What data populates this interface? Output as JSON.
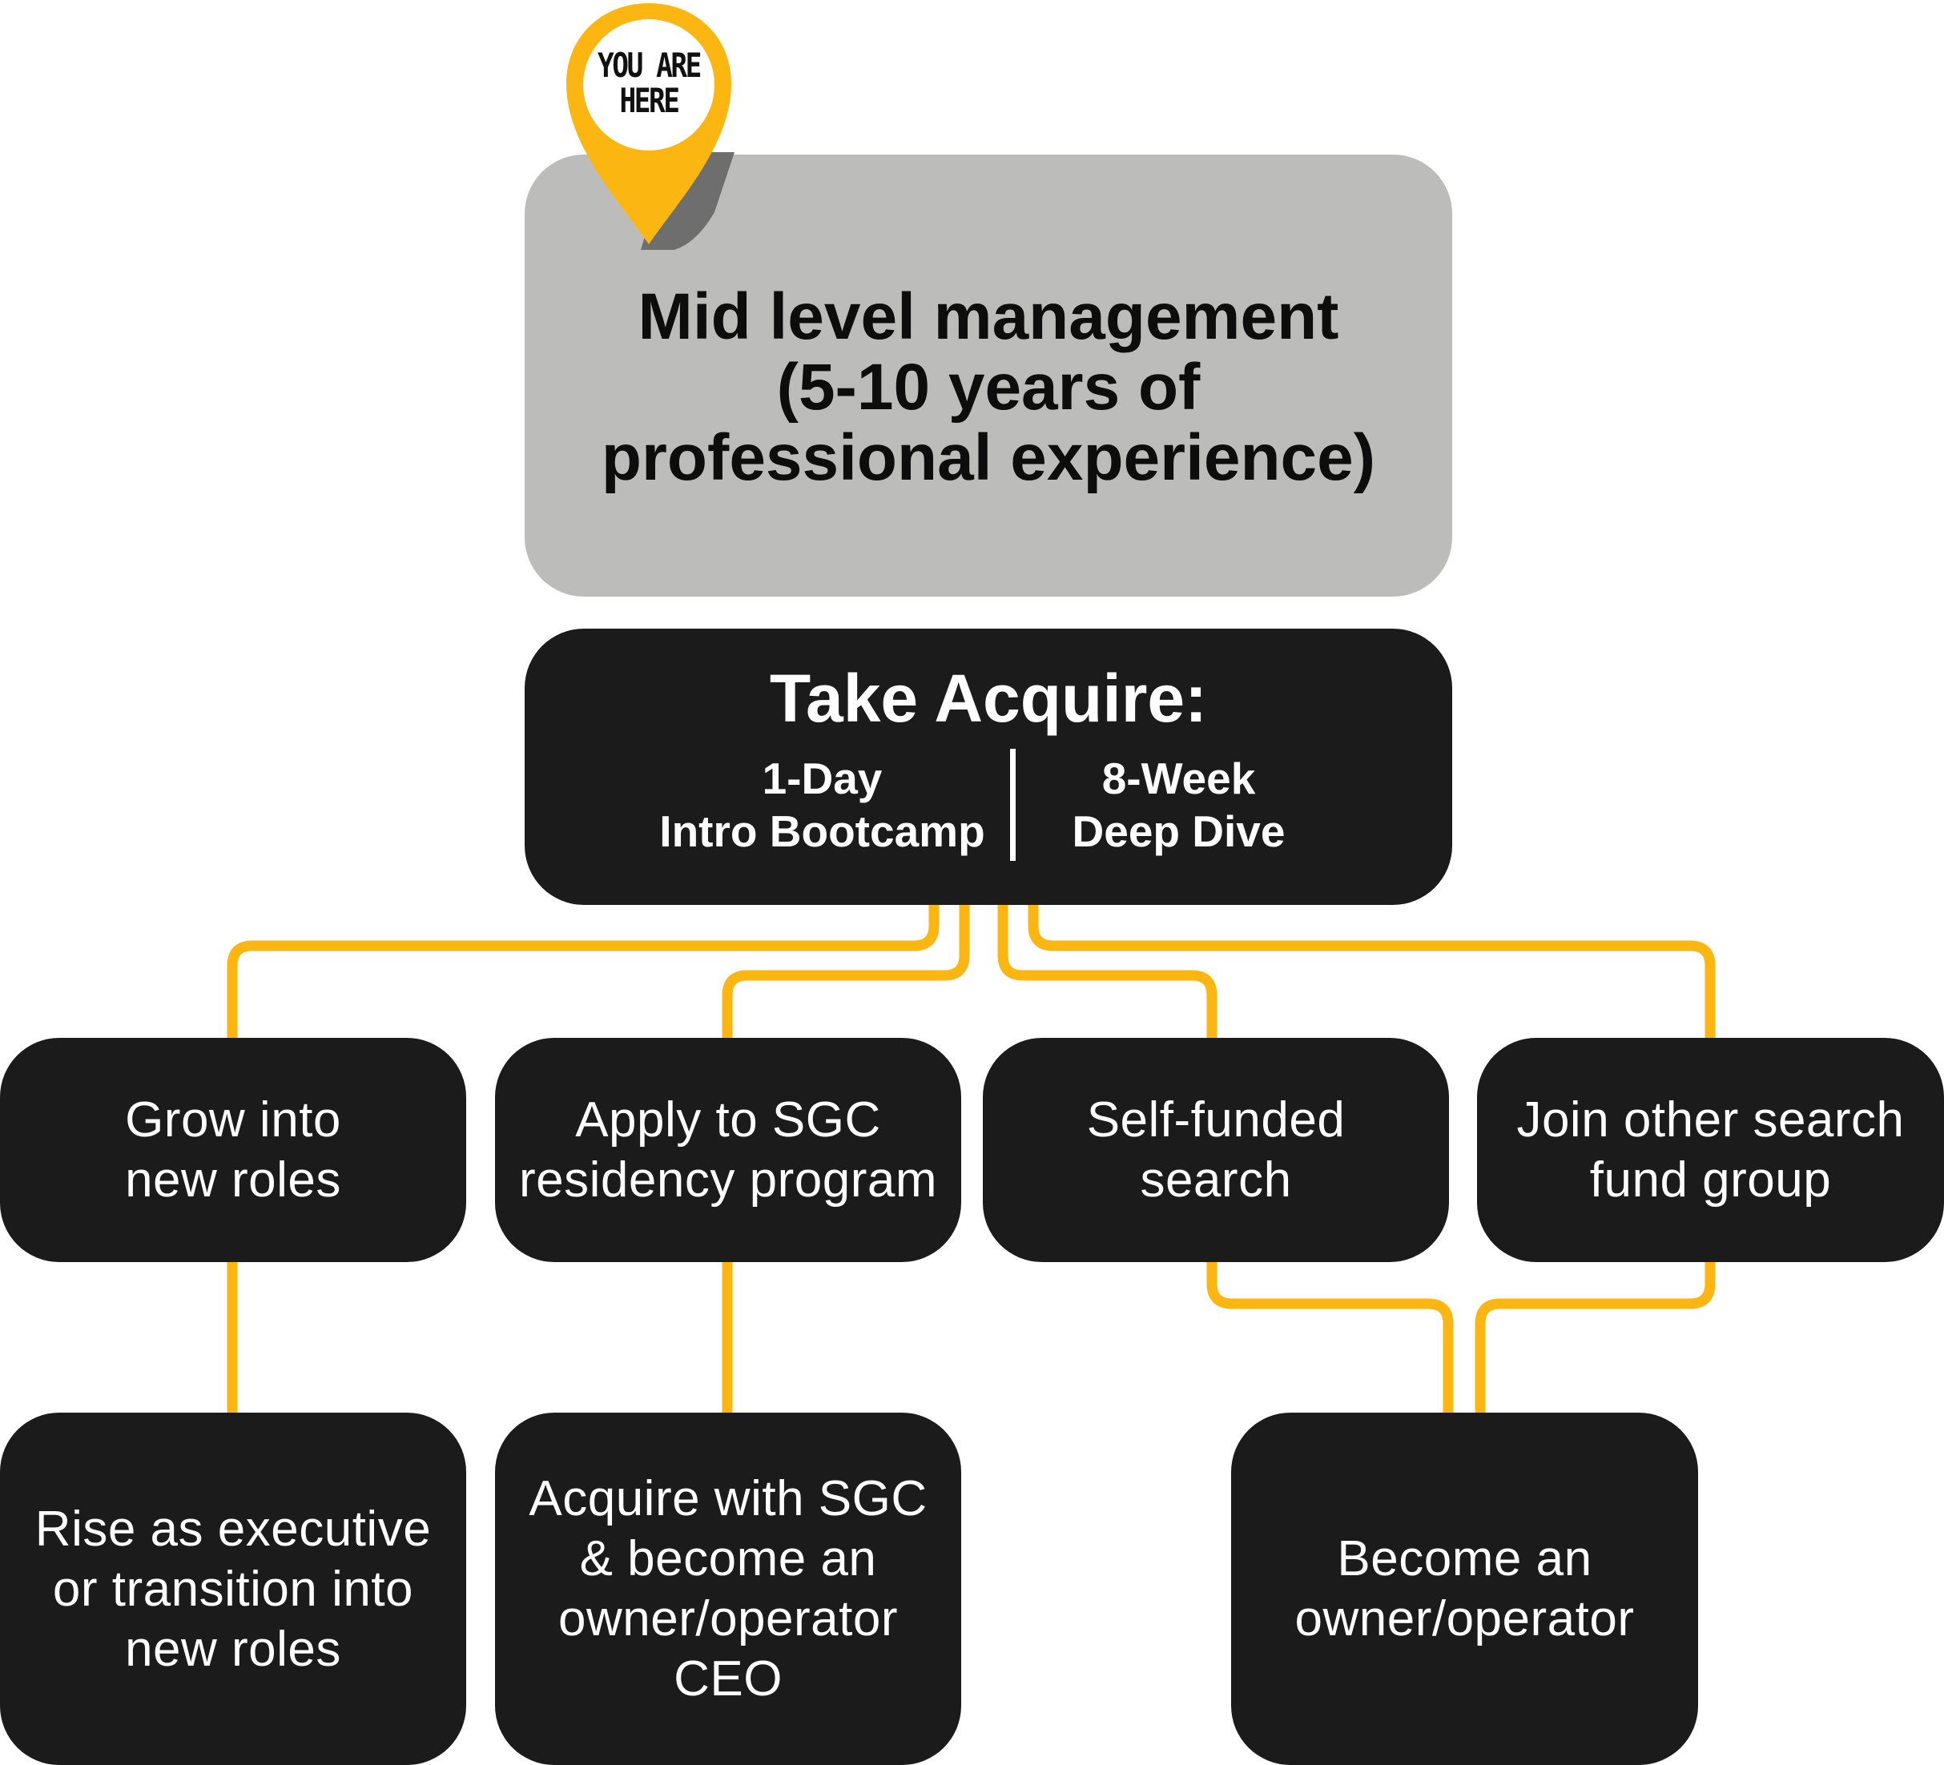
{
  "colors": {
    "connector": "#fbb612",
    "node_fill": "#1b1b1b",
    "current_fill": "#bcbdba",
    "pin_fill": "#fbb612",
    "pin_shadow": "#6e6e6e"
  },
  "pin": {
    "icon": "location-pin-icon",
    "label": "YOU ARE\nHERE"
  },
  "current_stage": {
    "label": "Mid level management\n(5-10 years of\nprofessional experience)"
  },
  "acquire": {
    "title": "Take Acquire:",
    "option_1": "1-Day\nIntro Bootcamp",
    "option_2": "8-Week\nDeep Dive"
  },
  "paths": [
    {
      "label": "Grow into\nnew roles"
    },
    {
      "label": "Apply to SGC\nresidency program"
    },
    {
      "label": "Self-funded\nsearch"
    },
    {
      "label": "Join other search\nfund group"
    }
  ],
  "outcomes": [
    {
      "label": "Rise as executive\nor transition into\nnew roles"
    },
    {
      "label": "Acquire with SGC\n& become an\nowner/operator\nCEO"
    },
    {
      "label": "Become an\nowner/operator"
    }
  ]
}
